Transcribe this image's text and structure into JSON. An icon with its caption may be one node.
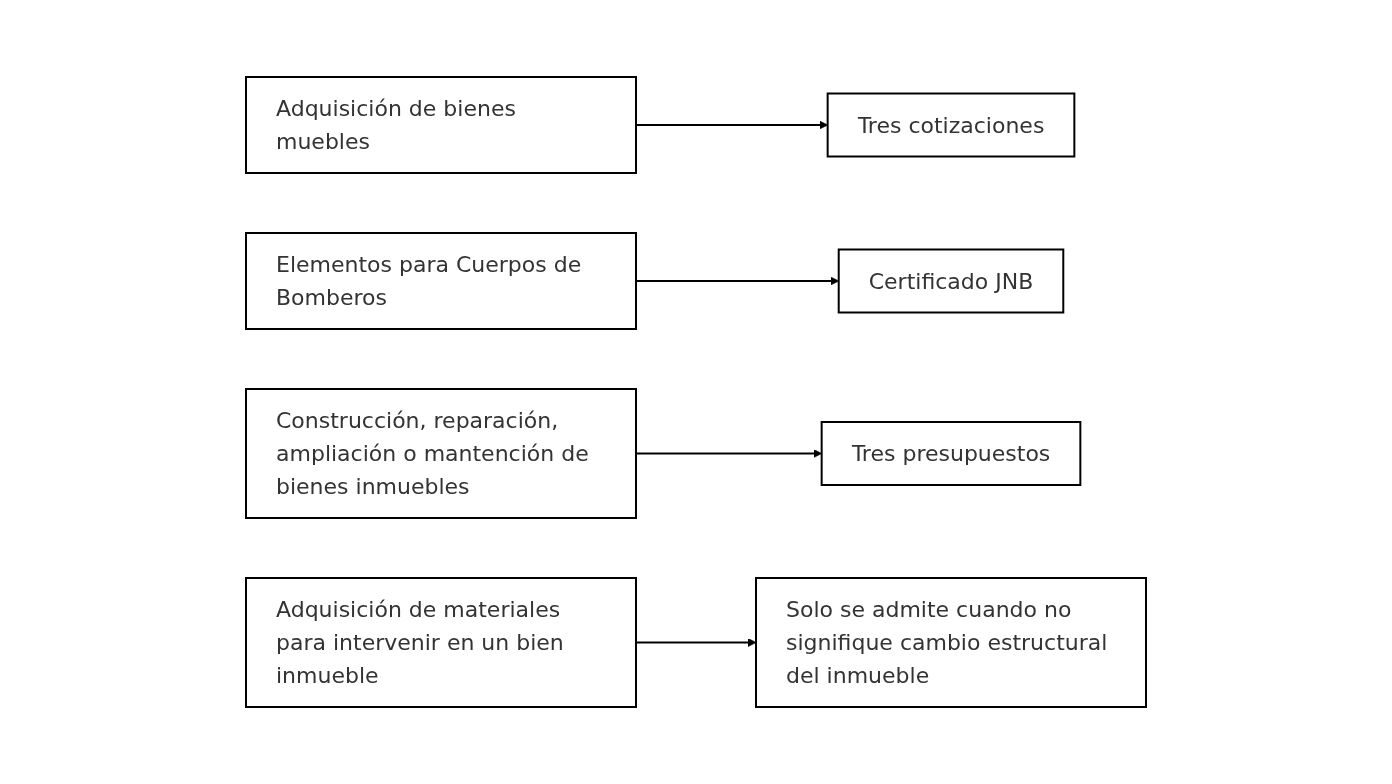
{
  "diagram": {
    "nodes": [
      {
        "text": [
          "Adquisición de bienes muebles"
        ]
      },
      {
        "text": [
          "Tres cotizaciones"
        ]
      },
      {
        "text": [
          "Elementos para Cuerpos de Bomberos"
        ]
      },
      {
        "text": [
          "Certificado JNB"
        ]
      },
      {
        "text": [
          "Construcción, reparación, ampliación o mantención de bienes inmuebles"
        ]
      },
      {
        "text": [
          "Tres presupuestos"
        ]
      },
      {
        "text": [
          "Adquisición de materiales para intervenir en un bien inmueble"
        ]
      },
      {
        "text": [
          "Solo se admite cuando no signifique cambio estructural del inmueble"
        ]
      }
    ],
    "edges": [
      {
        "from": 0,
        "to": 1,
        "arrow": "to"
      },
      {
        "from": 2,
        "to": 3,
        "arrow": "to"
      },
      {
        "from": 4,
        "to": 5,
        "arrow": "to"
      },
      {
        "from": 6,
        "to": 7,
        "arrow": "to"
      }
    ]
  }
}
